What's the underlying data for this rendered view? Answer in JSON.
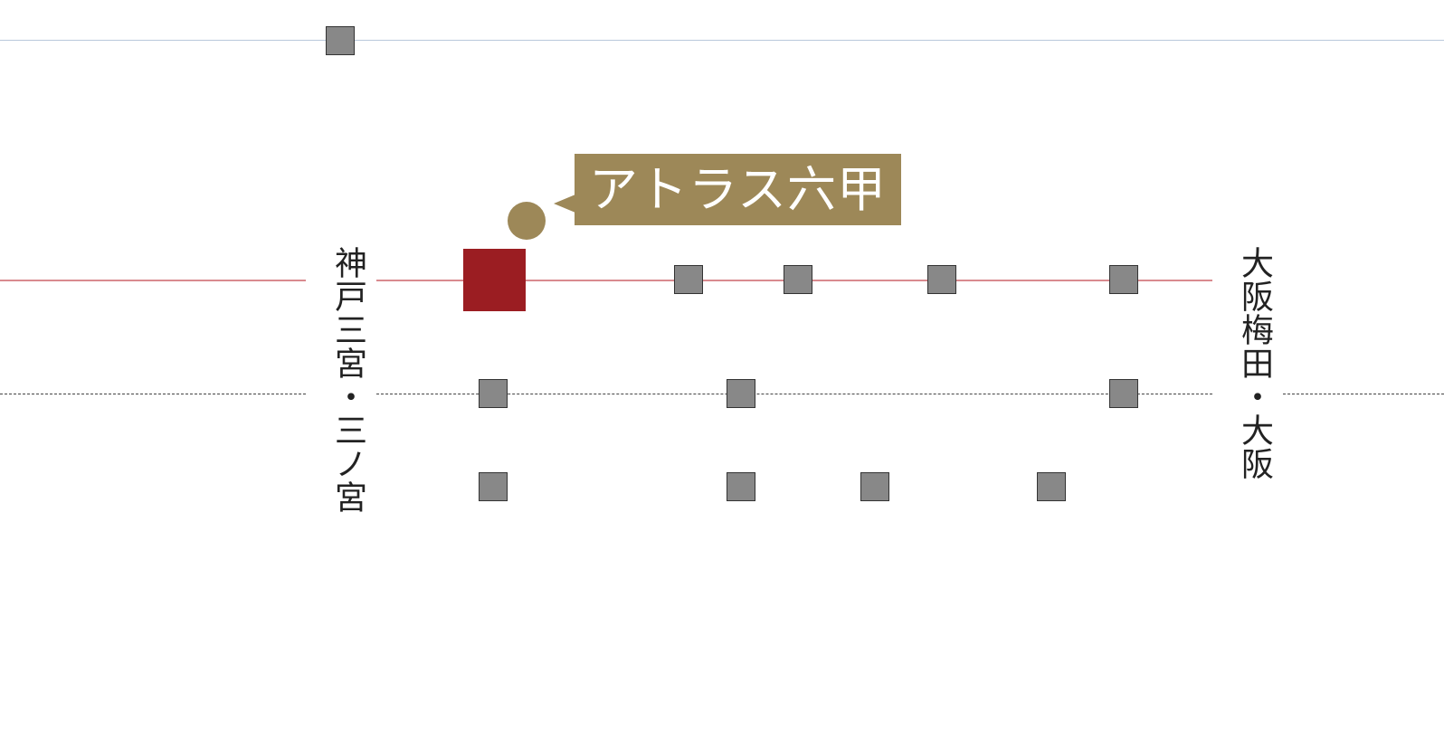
{
  "colors": {
    "accent_gold": "#9d8858",
    "station_highlight": "#9b1d22",
    "station_gray": "#888888",
    "line_red": "#d98a8f",
    "line_blue": "#b9c9dc"
  },
  "labels": {
    "west_terminal": "神戸三宮・三ノ宮",
    "east_terminal": "大阪梅田・大阪",
    "property": "アトラス六甲"
  }
}
